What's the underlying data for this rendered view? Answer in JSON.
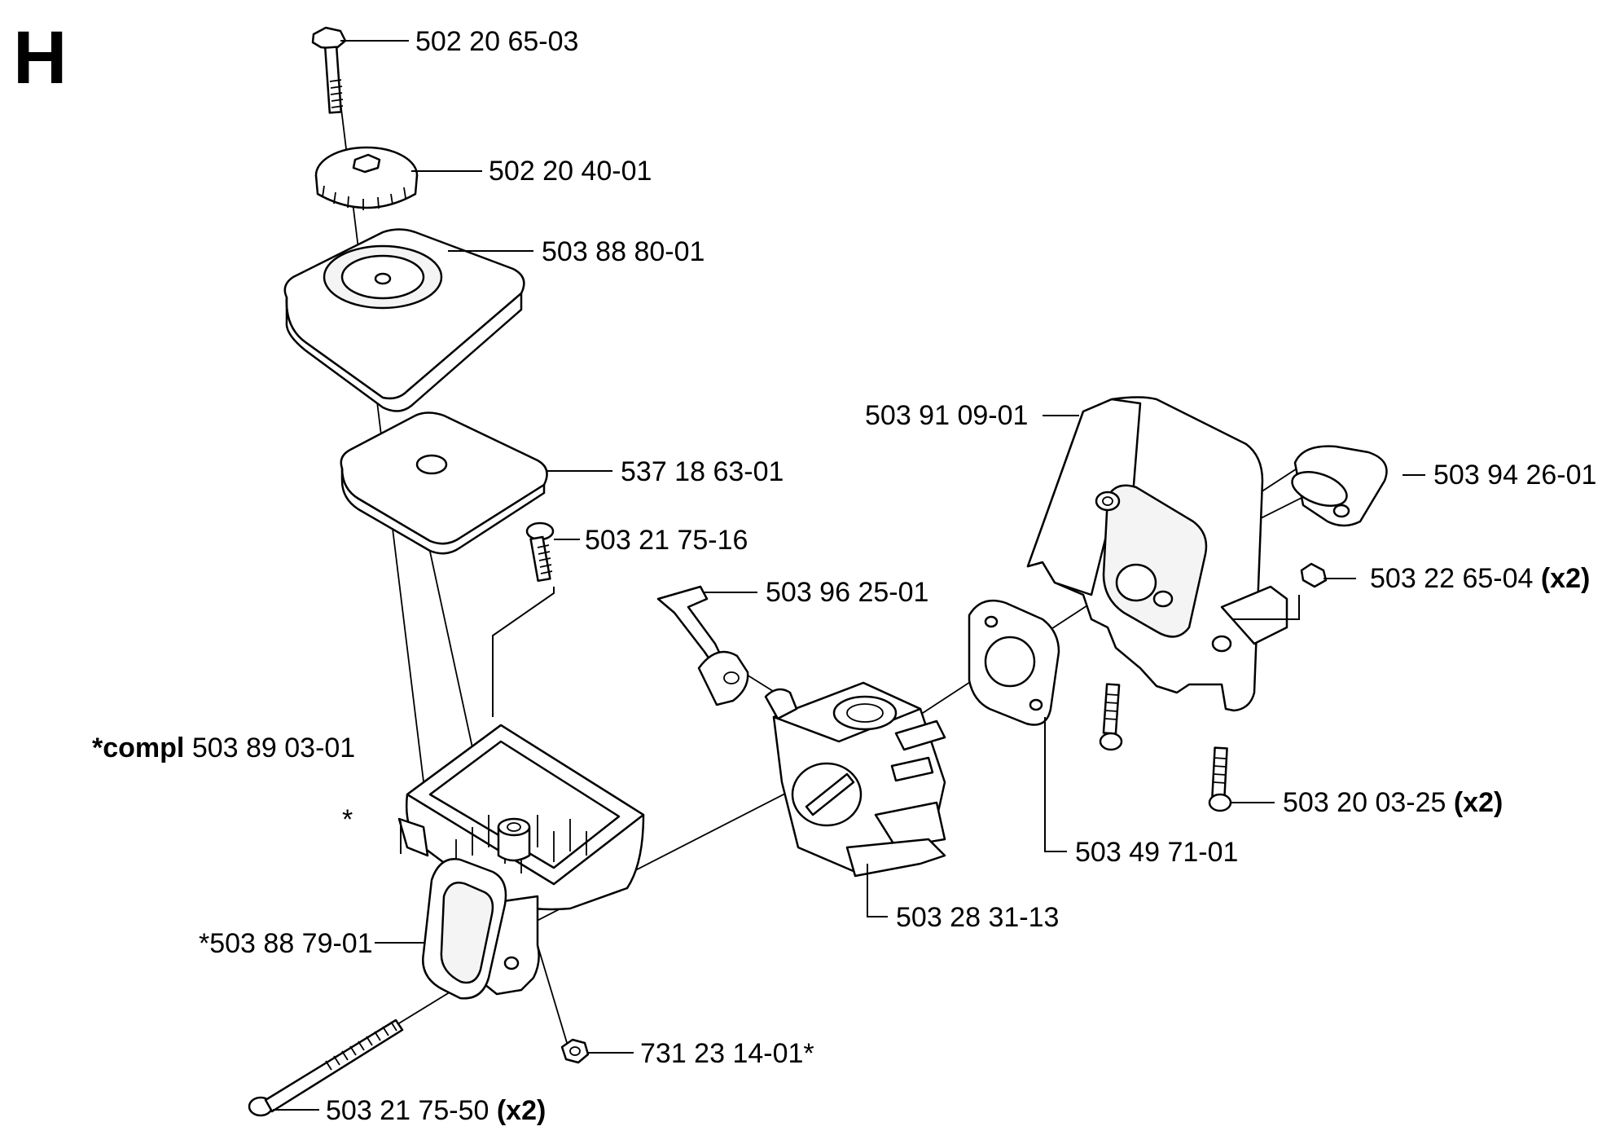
{
  "section_letter": "H",
  "labels": {
    "p_502_20_65_03": "502 20 65-03",
    "p_502_20_40_01": "502 20 40-01",
    "p_503_88_80_01": "503 88 80-01",
    "p_537_18_63_01": "537 18 63-01",
    "p_503_21_75_16": "503 21 75-16",
    "p_503_96_25_01": "503 96 25-01",
    "p_503_91_09_01": "503 91 09-01",
    "p_503_94_26_01": "503 94 26-01",
    "p_503_22_65_04": "503 22 65-04",
    "p_503_22_65_04_qty": "(x2)",
    "compl_prefix": "*compl",
    "compl_number": "503 89 03-01",
    "asterisk": "*",
    "p_503_88_79_01": "*503 88 79-01",
    "p_503_20_03_25": "503 20 03-25",
    "p_503_20_03_25_qty": "(x2)",
    "p_503_49_71_01": "503 49 71-01",
    "p_503_28_31_13": "503 28 31-13",
    "p_731_23_14_01": "731 23 14-01*",
    "p_503_21_75_50": "503 21 75-50",
    "p_503_21_75_50_qty": "(x2)"
  }
}
